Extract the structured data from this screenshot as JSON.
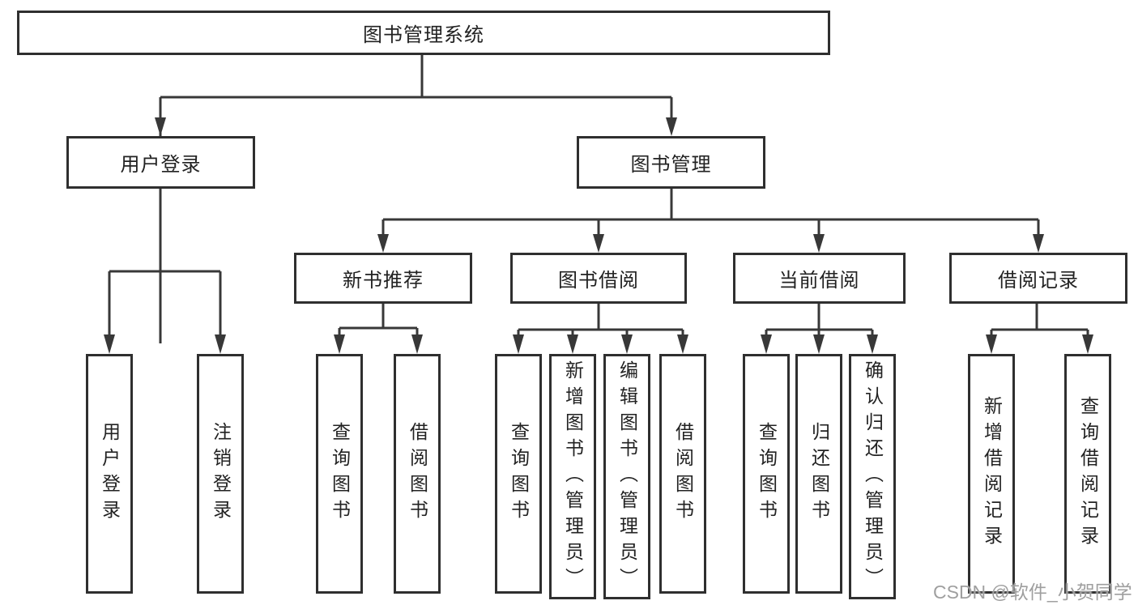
{
  "title": "图书管理系统",
  "watermark": "CSDN @软件_小贺同学",
  "colors": {
    "line": "#383838",
    "box_border": "#2f2f2f",
    "box_fill": "#ffffff",
    "text": "#222222",
    "watermark": "#9f9f9f",
    "background": "#ffffff"
  },
  "tree": {
    "label": "图书管理系统",
    "children": [
      {
        "label": "用户登录",
        "children": [
          {
            "label": "用户登录"
          },
          {
            "label": "注销登录"
          }
        ]
      },
      {
        "label": "图书管理",
        "children": [
          {
            "label": "新书推荐",
            "children": [
              {
                "label": "查询图书"
              },
              {
                "label": "借阅图书"
              }
            ]
          },
          {
            "label": "图书借阅",
            "children": [
              {
                "label": "查询图书"
              },
              {
                "label": "新增图书（管理员）"
              },
              {
                "label": "编辑图书（管理员）"
              },
              {
                "label": "借阅图书"
              }
            ]
          },
          {
            "label": "当前借阅",
            "children": [
              {
                "label": "查询图书"
              },
              {
                "label": "归还图书"
              },
              {
                "label": "确认归还（管理员）"
              }
            ]
          },
          {
            "label": "借阅记录",
            "children": [
              {
                "label": "新增借阅记录"
              },
              {
                "label": "查询借阅记录"
              }
            ]
          }
        ]
      }
    ]
  }
}
